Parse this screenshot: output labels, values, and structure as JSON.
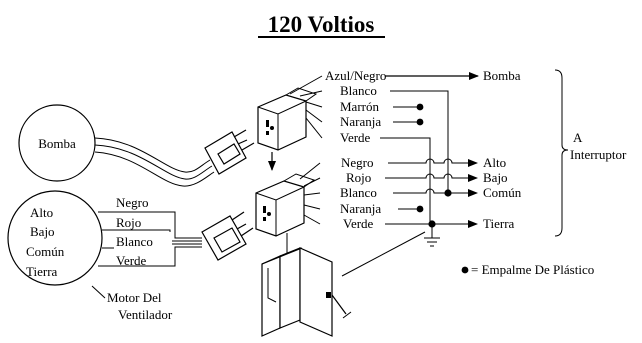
{
  "title": "120 Voltios",
  "pump": {
    "label": "Bomba"
  },
  "motor": {
    "speeds": [
      "Alto",
      "Bajo",
      "Común",
      "Tierra"
    ],
    "wires": [
      "Negro",
      "Rojo",
      "Blanco",
      "Verde"
    ],
    "caption_line1": "Motor Del",
    "caption_line2": "Ventilador"
  },
  "pump_connector_wires": [
    "Azul/Negro",
    "Blanco",
    "Marrón",
    "Naranja",
    "Verde"
  ],
  "motor_connector_wires": [
    "Negro",
    "Rojo",
    "Blanco",
    "Naranja",
    "Verde"
  ],
  "outputs": [
    "Bomba",
    "Alto",
    "Bajo",
    "Común",
    "Tierra"
  ],
  "bracket_label_line1": "A",
  "bracket_label_line2": "Interruptor",
  "legend": {
    "symbol": "●",
    "text": "= Empalme De Plástico"
  }
}
